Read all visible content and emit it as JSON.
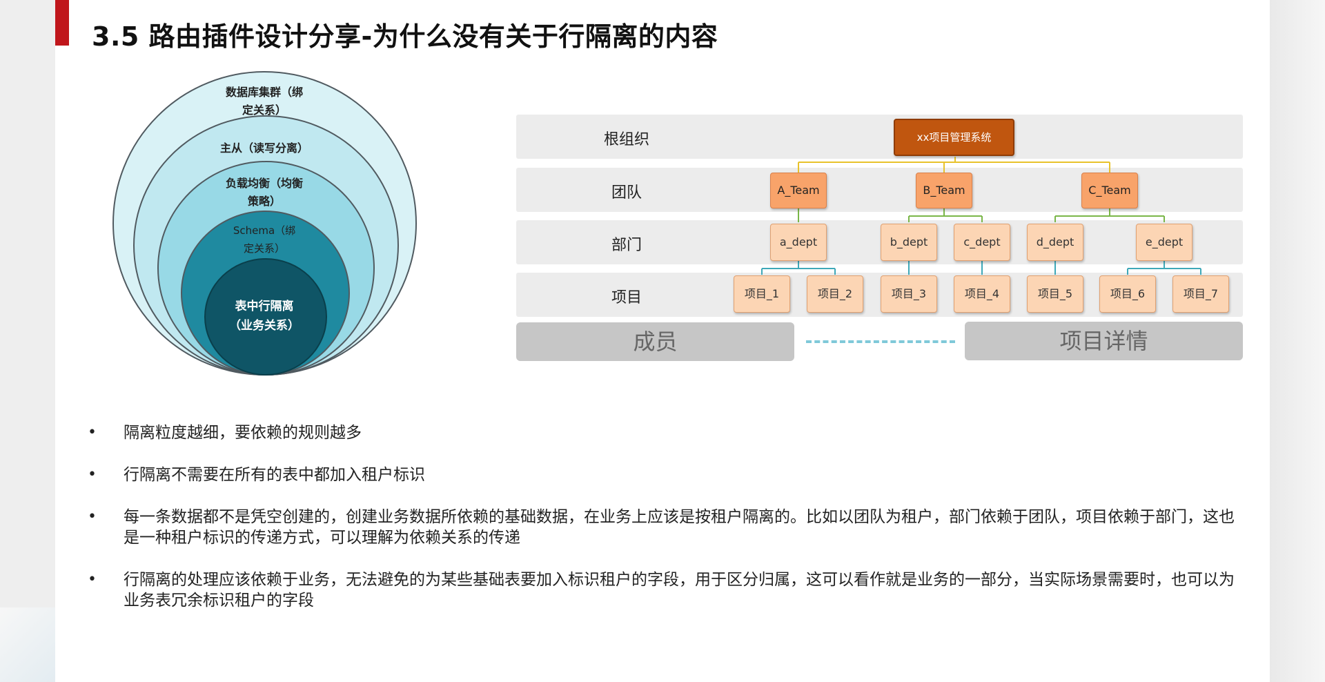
{
  "title": "3.5 路由插件设计分享-为什么没有关于行隔离的内容",
  "colors": {
    "accent": "#c0161b",
    "root_node": "#c0560f",
    "team_node": "#f8a36a",
    "dept_node": "#fcd5b4",
    "dash": "#7fc9d9"
  },
  "circles": [
    {
      "label_line1": "数据库集群（绑",
      "label_line2": "定关系）",
      "fill": "#d9f2f6"
    },
    {
      "label_line1": "主从（读写分离）",
      "label_line2": "",
      "fill": "#c0e8f0"
    },
    {
      "label_line1": "负载均衡（均衡",
      "label_line2": "策略）",
      "fill": "#98d9e6"
    },
    {
      "label_line1": "Schema（绑",
      "label_line2": "定关系）",
      "fill": "#1f8aa0"
    },
    {
      "label_line1": "表中行隔离",
      "label_line2": "（业务关系）",
      "fill": "#0f5566"
    }
  ],
  "org": {
    "rows": [
      "根组织",
      "团队",
      "部门",
      "项目"
    ],
    "root": "xx项目管理系统",
    "teams": [
      "A_Team",
      "B_Team",
      "C_Team"
    ],
    "depts": [
      "a_dept",
      "b_dept",
      "c_dept",
      "d_dept",
      "e_dept"
    ],
    "projects": [
      "项目_1",
      "项目_2",
      "项目_3",
      "项目_4",
      "项目_5",
      "项目_6",
      "项目_7"
    ],
    "member_label": "成员",
    "detail_label": "项目详情"
  },
  "bullets": [
    "隔离粒度越细，要依赖的规则越多",
    "行隔离不需要在所有的表中都加入租户标识",
    "每一条数据都不是凭空创建的，创建业务数据所依赖的基础数据，在业务上应该是按租户隔离的。比如以团队为租户，部门依赖于团队，项目依赖于部门，这也是一种租户标识的传递方式，可以理解为依赖关系的传递",
    "行隔离的处理应该依赖于业务，无法避免的为某些基础表要加入标识租户的字段，用于区分归属，这可以看作就是业务的一部分，当实际场景需要时，也可以为业务表冗余标识租户的字段"
  ],
  "bullet_symbol": "•"
}
